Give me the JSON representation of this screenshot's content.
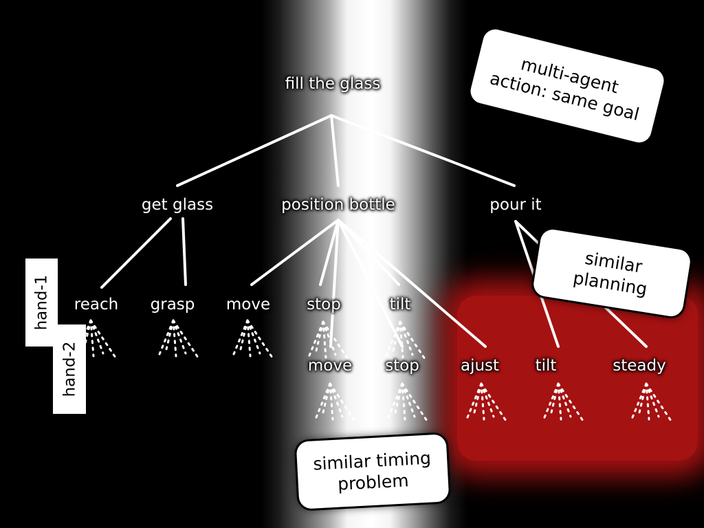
{
  "diagram": {
    "root": "fill the glass",
    "level1": [
      "get glass",
      "position bottle",
      "pour it"
    ],
    "hand1_actions": [
      "reach",
      "grasp",
      "move",
      "stop",
      "tilt"
    ],
    "hand2_actions": [
      "move",
      "stop",
      "ajust",
      "tilt",
      "steady"
    ]
  },
  "hand_labels": {
    "hand1": "hand-1",
    "hand2": "hand-2"
  },
  "callouts": {
    "multi_agent": [
      "multi-agent",
      "action: same goal"
    ],
    "similar_planning": [
      "similar",
      "planning"
    ],
    "similar_timing": [
      "similar timing",
      "problem"
    ]
  },
  "colors": {
    "background": "#000000",
    "highlight_band": "#ffffff",
    "red_region": "#a51212",
    "line": "#ffffff",
    "callout_fill": "#ffffff"
  }
}
